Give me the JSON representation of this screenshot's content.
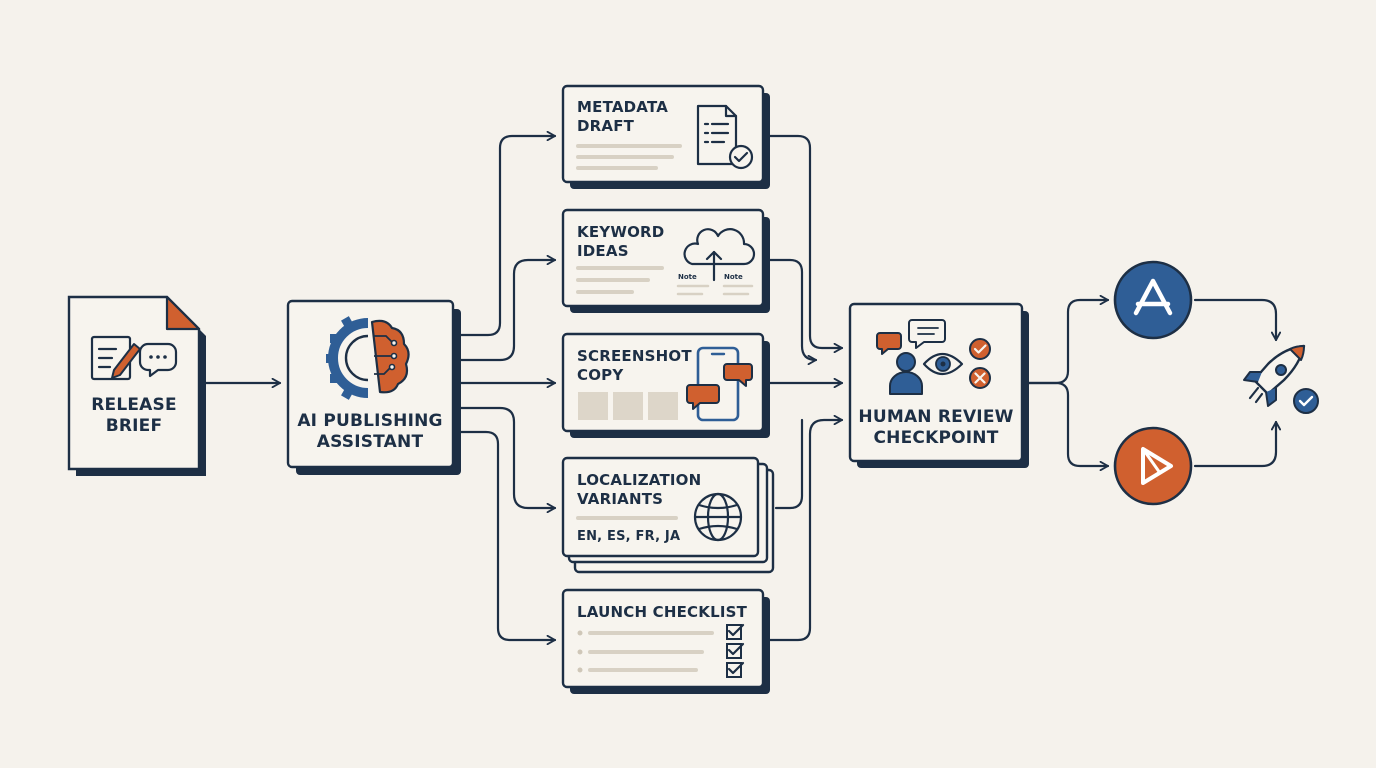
{
  "nodes": {
    "release_brief": {
      "line1": "RELEASE",
      "line2": "BRIEF"
    },
    "assistant": {
      "line1": "AI PUBLISHING",
      "line2": "ASSISTANT"
    },
    "metadata": {
      "line1": "METADATA",
      "line2": "DRAFT"
    },
    "keyword": {
      "line1": "KEYWORD",
      "line2": "IDEAS",
      "tag_left": "Note",
      "tag_right": "Note"
    },
    "screenshot": {
      "line1": "SCREENSHOT",
      "line2": "COPY"
    },
    "localization": {
      "line1": "LOCALIZATION",
      "line2": "VARIANTS",
      "languages": "EN, ES, FR, JA"
    },
    "launch": {
      "line1": "LAUNCH CHECKLIST"
    },
    "review": {
      "line1": "HUMAN REVIEW",
      "line2": "CHECKPOINT"
    }
  },
  "stores": {
    "app_store_icon": "app-store-icon",
    "play_store_icon": "play-store-icon"
  },
  "launch_icon": "rocket-icon",
  "colors": {
    "ink": "#1d2f45",
    "orange": "#d0602f",
    "blue": "#2f5e96",
    "paper": "#f7f4ee",
    "background": "#f5f2ec",
    "line": "#d8d1c4"
  }
}
